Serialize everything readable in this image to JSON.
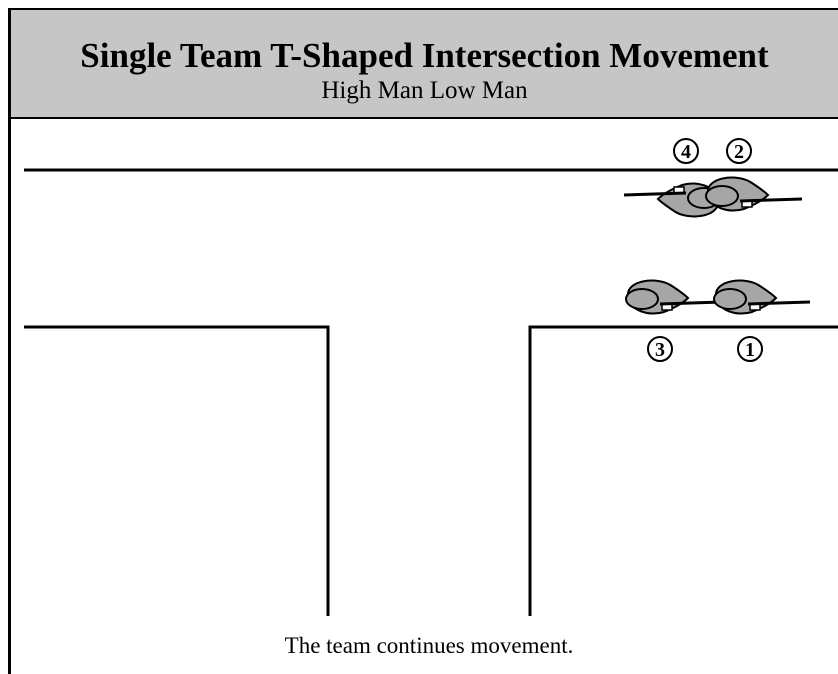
{
  "header": {
    "title": "Single Team T-Shaped Intersection Movement",
    "subtitle": "High Man Low Man"
  },
  "caption": "The team continues movement.",
  "officers": [
    {
      "number": "4"
    },
    {
      "number": "2"
    },
    {
      "number": "3"
    },
    {
      "number": "1"
    }
  ],
  "colors": {
    "header_background": "#c6c6c6",
    "figure_fill": "#a6a6a6",
    "figure_outline": "#000000"
  },
  "icons": [
    "officer-with-rifle-icon"
  ]
}
